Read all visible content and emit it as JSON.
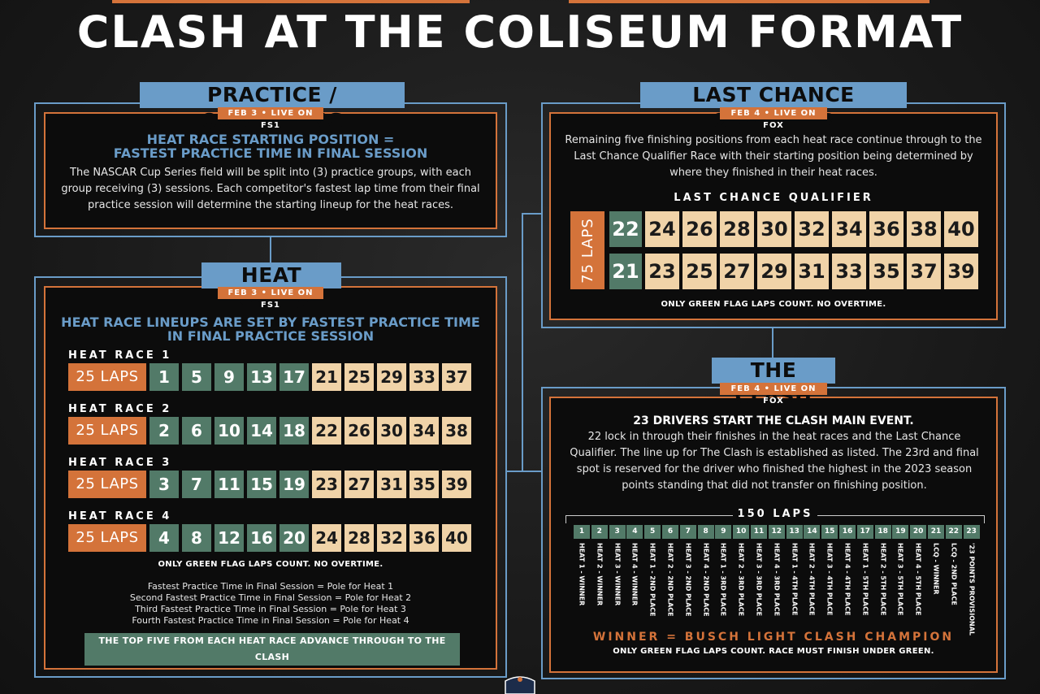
{
  "title": "CLASH AT THE COLISEUM FORMAT",
  "colors": {
    "orange": "#d4733a",
    "blue": "#6a9cc8",
    "green": "#527a68",
    "tan": "#f0d3a8"
  },
  "practice": {
    "title": "PRACTICE / QUALIFYING",
    "date": "FEB 3  •  LIVE ON FS1",
    "heading1": "HEAT RACE STARTING POSITION =",
    "heading2": "FASTEST PRACTICE TIME IN FINAL SESSION",
    "body": "The NASCAR Cup Series field will be split into (3) practice groups, with each group receiving (3) sessions. Each competitor's fastest lap time from their final practice session will determine the starting lineup for the heat races."
  },
  "heat": {
    "title": "HEAT RACES",
    "date": "FEB 3  •  LIVE ON FS1",
    "heading1": "HEAT RACE LINEUPS ARE SET BY FASTEST PRACTICE TIME",
    "heading2": "IN FINAL PRACTICE SESSION",
    "races": [
      {
        "label": "HEAT RACE 1",
        "laps": "25 LAPS",
        "green": [
          "1",
          "5",
          "9",
          "13",
          "17"
        ],
        "tan": [
          "21",
          "25",
          "29",
          "33",
          "37"
        ]
      },
      {
        "label": "HEAT RACE 2",
        "laps": "25 LAPS",
        "green": [
          "2",
          "6",
          "10",
          "14",
          "18"
        ],
        "tan": [
          "22",
          "26",
          "30",
          "34",
          "38"
        ]
      },
      {
        "label": "HEAT RACE 3",
        "laps": "25 LAPS",
        "green": [
          "3",
          "7",
          "11",
          "15",
          "19"
        ],
        "tan": [
          "23",
          "27",
          "31",
          "35",
          "39"
        ]
      },
      {
        "label": "HEAT RACE 4",
        "laps": "25 LAPS",
        "green": [
          "4",
          "8",
          "12",
          "16",
          "20"
        ],
        "tan": [
          "24",
          "28",
          "32",
          "36",
          "40"
        ]
      }
    ],
    "note": "ONLY GREEN FLAG LAPS COUNT. NO OVERTIME.",
    "poles": [
      "Fastest Practice Time in Final Session = Pole for Heat 1",
      "Second Fastest Practice Time in Final Session = Pole for Heat 2",
      "Third Fastest Practice Time in Final Session = Pole for Heat 3",
      "Fourth Fastest Practice Time in Final Session = Pole for Heat 4"
    ],
    "advance": "THE TOP FIVE FROM EACH HEAT RACE ADVANCE THROUGH TO THE CLASH"
  },
  "lcq": {
    "title": "LAST CHANCE QUALIFIER",
    "date": "FEB 4  •  LIVE ON FOX",
    "body": "Remaining five finishing positions from each heat race continue through to the Last Chance Qualifier Race with their starting position being determined by where they finished in their heat races.",
    "grid_title": "LAST CHANCE QUALIFIER",
    "laps": "75 LAPS",
    "row1_green": "22",
    "row1_tan": [
      "24",
      "26",
      "28",
      "30",
      "32",
      "34",
      "36",
      "38",
      "40"
    ],
    "row2_green": "21",
    "row2_tan": [
      "23",
      "25",
      "27",
      "29",
      "31",
      "33",
      "35",
      "37",
      "39"
    ],
    "note": "ONLY GREEN FLAG LAPS COUNT. NO OVERTIME."
  },
  "clash": {
    "title": "THE CLASH",
    "date": "FEB 4  •  LIVE ON FOX",
    "heading": "23 DRIVERS START THE CLASH MAIN EVENT.",
    "body": "22 lock in through their finishes in the heat races and the Last Chance Qualifier. The line up for The Clash is established as listed. The 23rd and final spot is reserved for the driver who finished the highest in the 2023 season points standing that did not transfer on finishing position.",
    "laps": "150 LAPS",
    "positions": [
      "1",
      "2",
      "3",
      "4",
      "5",
      "6",
      "7",
      "8",
      "9",
      "10",
      "11",
      "12",
      "13",
      "14",
      "15",
      "16",
      "17",
      "18",
      "19",
      "20",
      "21",
      "22",
      "23"
    ],
    "labels": [
      "HEAT 1 - WINNER",
      "HEAT 2 - WINNER",
      "HEAT 3 - WINNER",
      "HEAT 4 - WINNER",
      "HEAT 1 - 2ND PLACE",
      "HEAT 2 - 2ND PLACE",
      "HEAT 3 - 2ND PLACE",
      "HEAT 4 - 2ND PLACE",
      "HEAT 1 - 3RD PLACE",
      "HEAT 2 - 3RD PLACE",
      "HEAT 3 - 3RD PLACE",
      "HEAT 4 - 3RD PLACE",
      "HEAT 1 - 4TH PLACE",
      "HEAT 2 - 4TH PLACE",
      "HEAT 3 - 4TH PLACE",
      "HEAT 4 - 4TH PLACE",
      "HEAT 1 - 5TH PLACE",
      "HEAT 2 - 5TH PLACE",
      "HEAT 3 - 5TH PLACE",
      "HEAT 4 - 5TH PLACE",
      "LCQ - WINNER",
      "LCQ - 2ND PLACE",
      "'23 POINTS PROVISIONAL"
    ],
    "winner": "WINNER = BUSCH LIGHT CLASH CHAMPION",
    "note": "ONLY GREEN FLAG LAPS COUNT. RACE MUST FINISH UNDER GREEN."
  }
}
